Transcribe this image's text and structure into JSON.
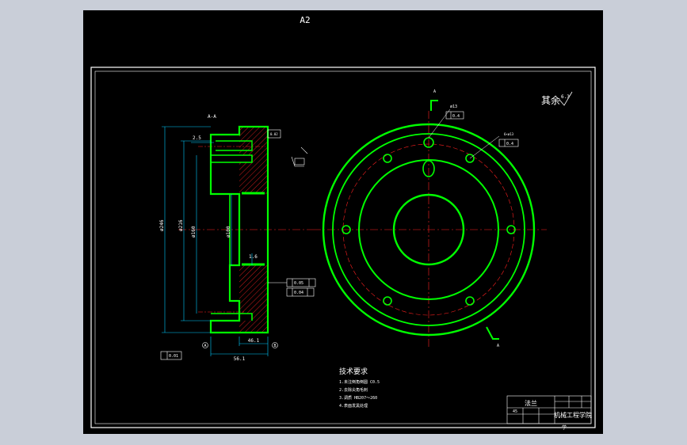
{
  "sheet": {
    "size_label": "A2",
    "surface_finish_note": "其余",
    "surface_finish_value": "6.3"
  },
  "section_view": {
    "label": "A-A",
    "tolerance_flatness": "0.01",
    "tolerance_runout": "0.05",
    "tolerance_parallel": "0.04",
    "tolerance_perp": "0.02",
    "dim_outer": "ø246",
    "dim_mid": "ø216",
    "dim_pcd": "ø160",
    "dim_bore": "ø100",
    "dim_bottom_a": "56.1",
    "dim_bottom_b": "46.1",
    "dim_chamfer": "2.5",
    "dim_step": "1.6",
    "datum_a": "A",
    "datum_b": "B"
  },
  "plan_view": {
    "section_mark": "A",
    "hole_label": "ø13",
    "hole_tol": "0.4",
    "boss_label": "6×ø13",
    "boss_tol": "0.4"
  },
  "tech_req": {
    "title": "技术要求",
    "items": [
      "1.未注倒角倒圆 C0.5",
      "2.去除尖角毛刺",
      "3.调质 HB207～260",
      "4.表面发黑处理"
    ]
  },
  "title_block": {
    "material": "45",
    "drawing_name": "法兰",
    "school": "机械工程学院",
    "footer": "学"
  },
  "colors": {
    "paper": "#000000",
    "outline": "#00ff00",
    "center": "#ff2020",
    "dim": "#00ccff",
    "text": "#ffffff"
  }
}
